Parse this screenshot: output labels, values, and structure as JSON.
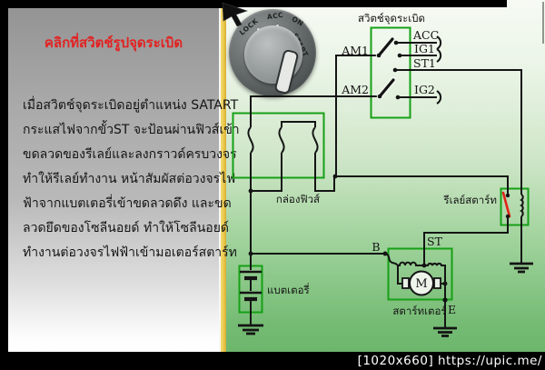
{
  "left_panel": {
    "title": "คลิกที่สวิตช์รูปจุดระเบิด",
    "body_lines": [
      "เมื่อสวิตช์จุดระเบิดอยู่ตำแหน่ง SATART",
      "กระแสไฟจากขั้วST จะป้อนผ่านฟิวส์เข้า",
      "ขดลวดของรีเลย์และลงกราวด์ครบวงจร",
      "ทำให้รีเลย์ทำงาน หน้าสัมผัสต่อวงจรไฟ",
      "ฟ้าจากแบตเตอรี่เข้าขดลวดดึง และขด",
      "ลวดยึดของโซลีนอยด์ ทำให้โซลีนอยด์",
      "ทำงานต่อวงจรไฟฟ้าเข้ามอเตอร์สตาร์ท"
    ]
  },
  "knob": {
    "lock": "LOCK",
    "acc": "ACC",
    "on": "ON",
    "start": "START"
  },
  "diagram": {
    "switch_title": "สวิตช์จุดระเบิด",
    "terminals": {
      "am1": "AM1",
      "am2": "AM2",
      "acc": "ACC",
      "ig1": "IG1",
      "st1": "ST1",
      "ig2": "IG2",
      "b": "B",
      "st": "ST",
      "e": "E",
      "motor": "M"
    },
    "components": {
      "fuse_box": "กล่องฟิวส์",
      "start_relay": "รีเลย์สตาร์ท",
      "battery": "แบตเตอรี่",
      "starter": "สตาร์ทเตอร์"
    }
  },
  "footer": {
    "watermark": "[1020x660] https://upic.me/"
  },
  "colors": {
    "box_green": "#16a016",
    "wire_black": "#141414",
    "lever_red": "#e02518",
    "title_red": "#e32222",
    "edge_yellow": "#e9c94e"
  }
}
